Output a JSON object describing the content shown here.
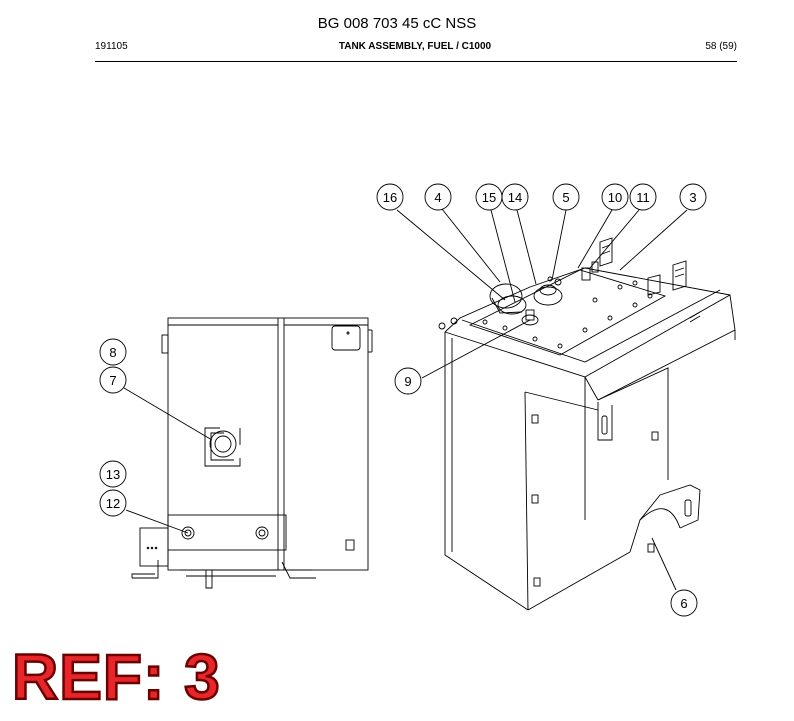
{
  "header": {
    "title": "BG 008 703 45 cC NSS",
    "date_code": "191105",
    "section": "TANK ASSEMBLY, FUEL / C1000",
    "page": "58 (59)"
  },
  "callouts": [
    "16",
    "4",
    "15",
    "14",
    "5",
    "10",
    "11",
    "3",
    "8",
    "7",
    "9",
    "13",
    "12",
    "6"
  ],
  "reference": {
    "text": "REF: 3",
    "color": "#e8262a"
  }
}
